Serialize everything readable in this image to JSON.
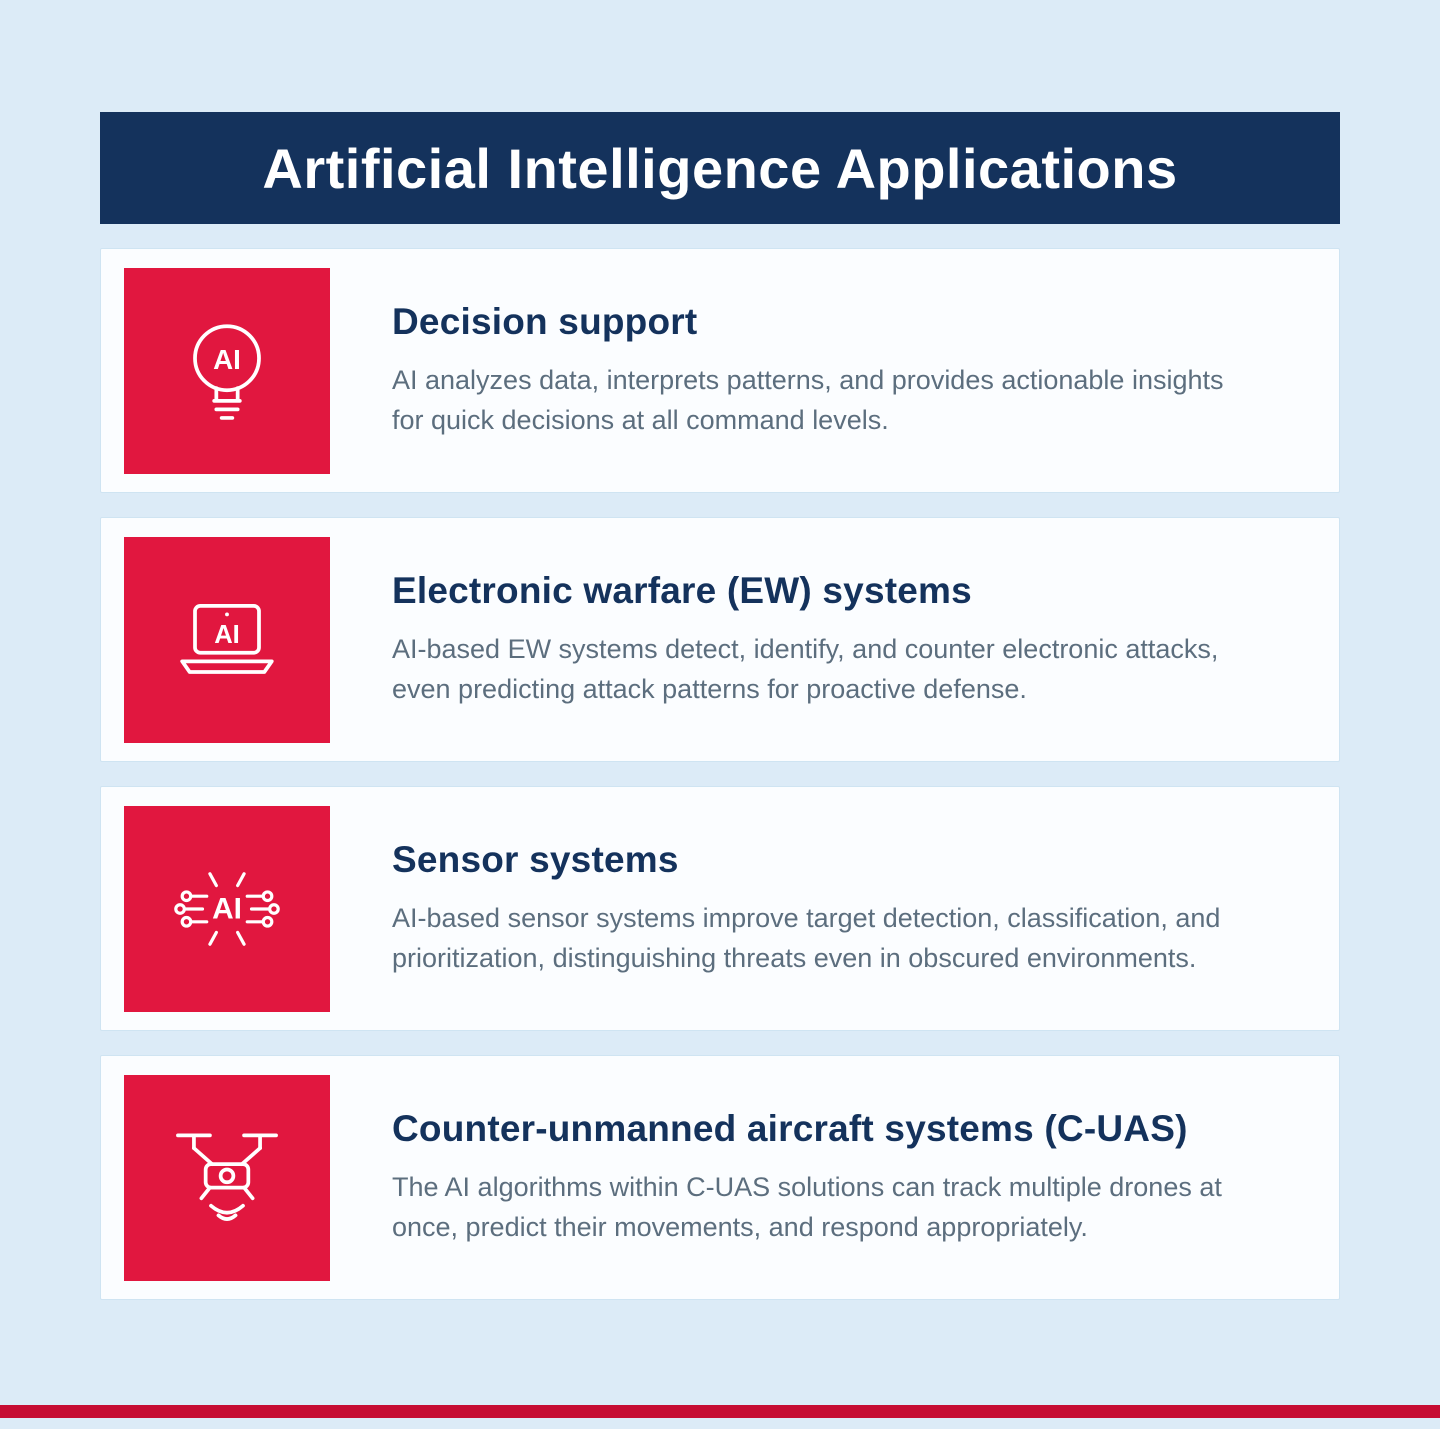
{
  "header": {
    "title": "Artificial Intelligence Applications"
  },
  "cards": [
    {
      "icon": "ai-lightbulb-icon",
      "title": "Decision support",
      "description": "AI analyzes data, interprets patterns, and provides actionable insights for quick decisions at all command levels."
    },
    {
      "icon": "ai-laptop-icon",
      "title": "Electronic warfare (EW) systems",
      "description": "AI-based EW systems detect, identify, and counter electronic attacks, even predicting attack patterns for proactive defense."
    },
    {
      "icon": "ai-chip-icon",
      "title": "Sensor systems",
      "description": "AI-based sensor systems improve target detection, classification, and prioritization, distinguishing threats even in obscured environments."
    },
    {
      "icon": "ai-drone-icon",
      "title": "Counter-unmanned aircraft systems (C-UAS)",
      "description": "The AI algorithms within C-UAS solutions can track multiple drones at once, predict their movements, and respond appropriately."
    }
  ],
  "colors": {
    "background": "#dcebf7",
    "header_bg": "#14325c",
    "accent_red": "#e1173f",
    "title_navy": "#14325c",
    "body_text": "#5c6e7e",
    "card_bg": "#fbfdff",
    "card_border": "#cfe4f2",
    "footer_bar": "#c60c33"
  }
}
